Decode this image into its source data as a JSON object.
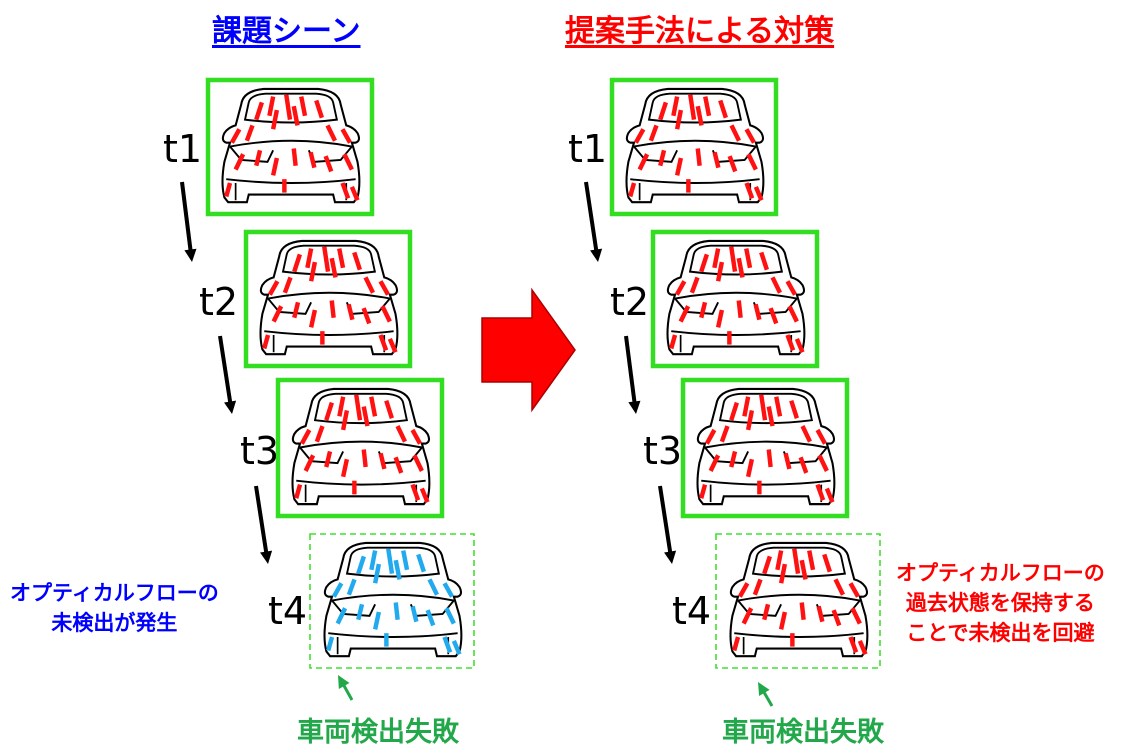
{
  "titles": {
    "left": "課題シーン",
    "right": "提案手法による対策"
  },
  "time_labels": [
    "t1",
    "t2",
    "t3",
    "t4"
  ],
  "notes": {
    "left": [
      "オプティカルフローの",
      "未検出が発生"
    ],
    "right": [
      "オプティカルフローの",
      "過去状態を保持する",
      "ことで未検出を回避"
    ]
  },
  "failure_labels": {
    "left": "車両検出失敗",
    "right": "車両検出失敗"
  },
  "colors": {
    "detection_box": "#33dd22",
    "failed_box": "#44dd33",
    "flow_red": "#ff1111",
    "flow_cyan": "#22aaee",
    "left_title": "#0000ff",
    "right_title": "#ff0000",
    "failure_text": "#22a84a",
    "big_arrow": "#ff0000"
  },
  "icons": {
    "car": "car-outline-icon",
    "time_arrow": "down-arrow-icon",
    "transition_arrow": "right-arrow-icon",
    "pointer_arrow": "up-arrow-icon"
  }
}
